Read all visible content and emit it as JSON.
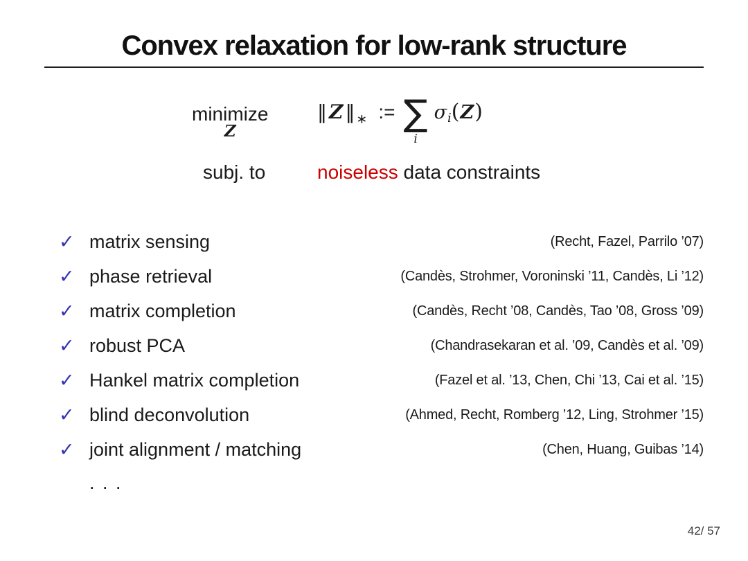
{
  "slide": {
    "title": "Convex relaxation for low-rank structure",
    "page_number": "42/ 57"
  },
  "formula": {
    "minimize_label": "minimize",
    "minimize_var": "Z",
    "norm_open": "‖",
    "norm_var": "Z",
    "norm_close": "‖",
    "norm_sub": "∗",
    "assign": ":=",
    "sum_symbol": "∑",
    "sum_index": "i",
    "sigma": "σ",
    "sigma_sub": "i",
    "arg_open": "(",
    "arg_var": "Z",
    "arg_close": ")",
    "subject_label": "subj. to",
    "constraint_highlight": "noiseless",
    "constraint_rest": " data constraints"
  },
  "list": {
    "check_symbol": "✓",
    "ellipsis": ". . .",
    "items": [
      {
        "label": "matrix sensing",
        "citation": "(Recht, Fazel, Parrilo ’07)"
      },
      {
        "label": "phase retrieval",
        "citation": "(Candès, Strohmer, Voroninski ’11, Candès, Li ’12)"
      },
      {
        "label": "matrix completion",
        "citation": "(Candès, Recht ’08, Candès, Tao ’08, Gross ’09)"
      },
      {
        "label": "robust PCA",
        "citation": "(Chandrasekaran et al. ’09, Candès et al. ’09)"
      },
      {
        "label": "Hankel matrix completion",
        "citation": "(Fazel et al. ’13, Chen, Chi ’13, Cai et al. ’15)"
      },
      {
        "label": "blind deconvolution",
        "citation": "(Ahmed, Recht, Romberg ’12, Ling, Strohmer ’15)"
      },
      {
        "label": "joint alignment / matching",
        "citation": "(Chen, Huang, Guibas ’14)"
      }
    ]
  },
  "colors": {
    "accent_blue": "#3333b3",
    "alert_red": "#cc0000",
    "text": "#1a1a1a",
    "page_number": "#3c3c3c"
  }
}
